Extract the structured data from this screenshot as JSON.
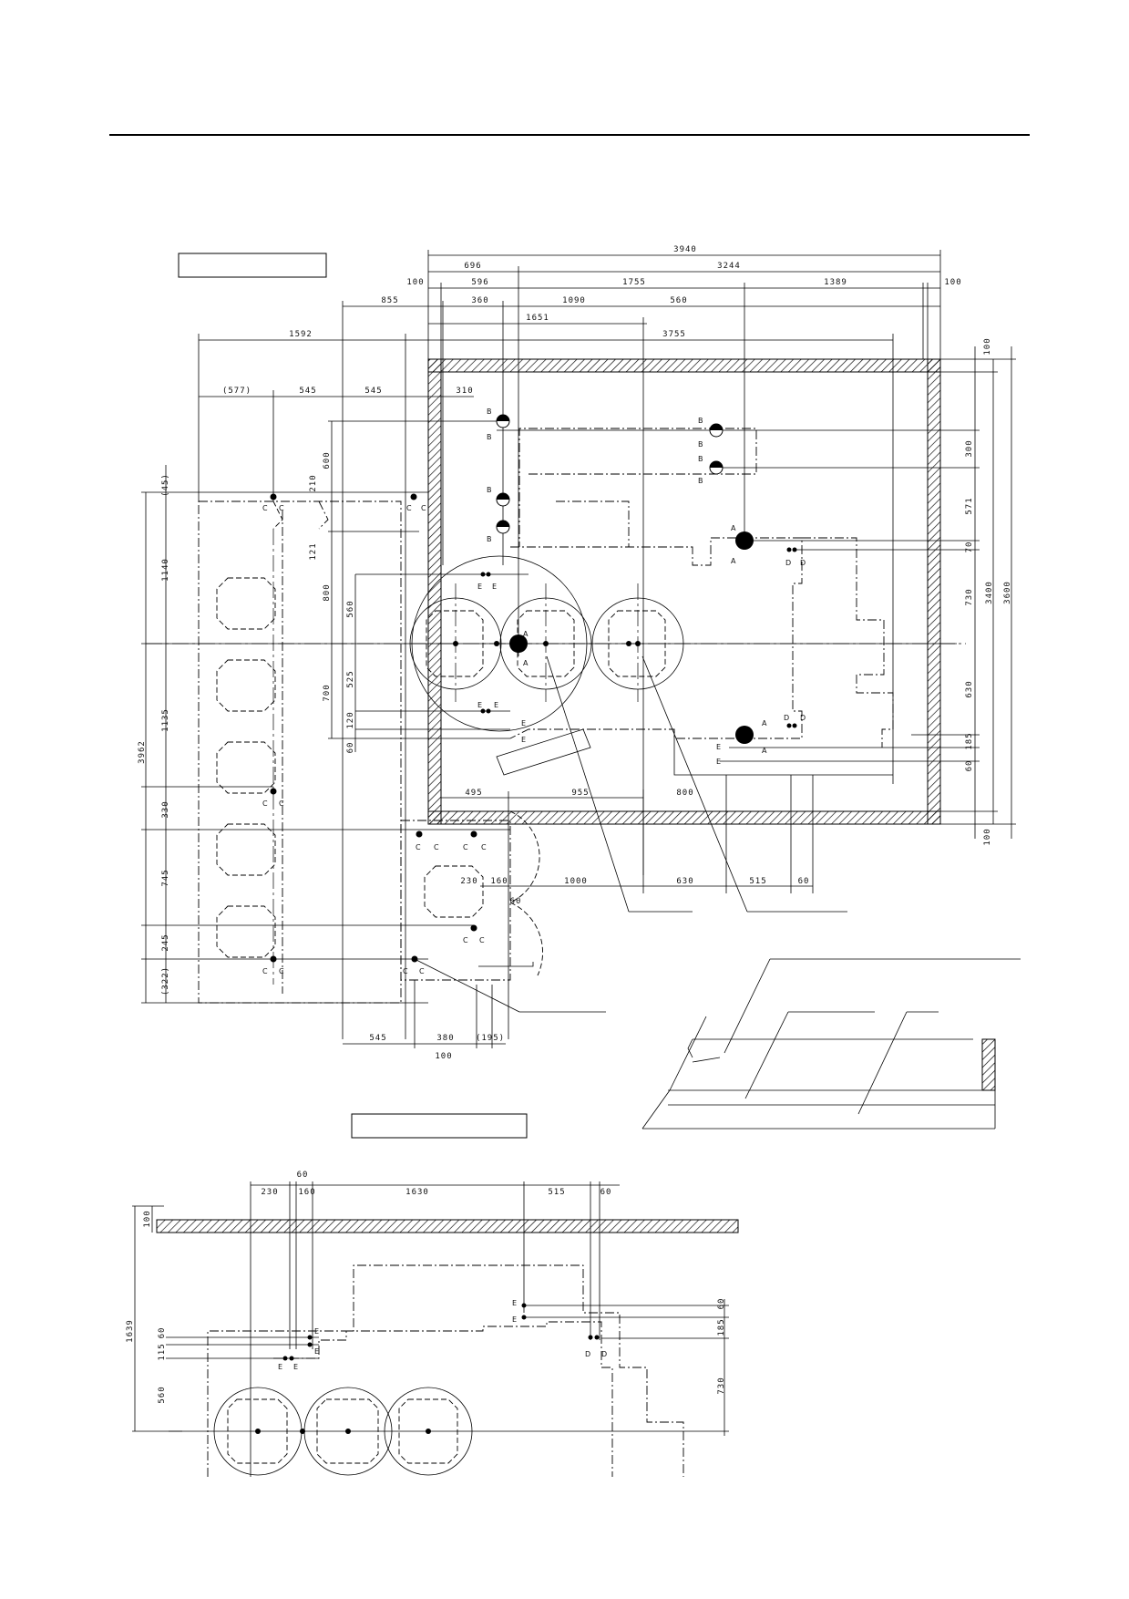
{
  "dimensions_top": [
    "3940",
    "696",
    "3244",
    "100",
    "596",
    "1755",
    "1389",
    "100",
    "855",
    "360",
    "1090",
    "560",
    "1651",
    "1592",
    "3755",
    "(577)",
    "545",
    "545",
    "310"
  ],
  "dimensions_left": [
    "(45)",
    "600",
    "210",
    "121",
    "1140",
    "800",
    "560",
    "525",
    "700",
    "3962",
    "1135",
    "120",
    "60",
    "330",
    "745",
    "245",
    "(322)"
  ],
  "dimensions_right": [
    "100",
    "300",
    "571",
    "70",
    "730",
    "3400",
    "3600",
    "630",
    "185",
    "60",
    "100"
  ],
  "dimensions_bottom": [
    "495",
    "955",
    "800",
    "230",
    "160",
    "1000",
    "630",
    "515",
    "60",
    "60",
    "545",
    "380",
    "(195)",
    "100"
  ],
  "detail_dimensions": [
    "60",
    "230",
    "160",
    "1630",
    "515",
    "60",
    "100",
    "1639",
    "60",
    "115",
    "560",
    "60",
    "185",
    "730"
  ],
  "point_labels": {
    "a": "A",
    "b": "B",
    "c": "C",
    "d": "D",
    "e": "E"
  },
  "label_boxes": [
    {
      "id": "plan-title",
      "text": ""
    },
    {
      "id": "detail-title",
      "text": ""
    }
  ]
}
